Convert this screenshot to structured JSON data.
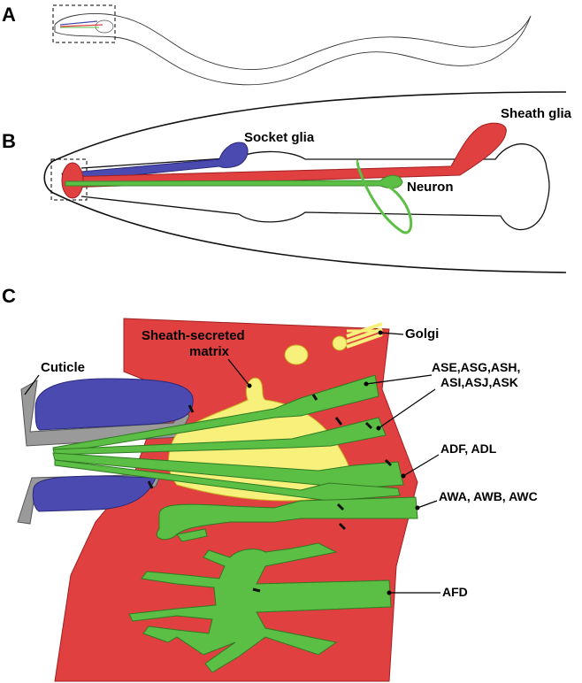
{
  "panels": {
    "a": "A",
    "b": "B",
    "c": "C"
  },
  "panel_b": {
    "sheath_glia": "Sheath glia",
    "socket_glia": "Socket glia",
    "neuron": "Neuron"
  },
  "panel_c": {
    "cuticle": "Cuticle",
    "matrix_line1": "Sheath-secreted",
    "matrix_line2": "matrix",
    "golgi": "Golgi",
    "group1_line1": "ASE,ASG,ASH,",
    "group1_line2": "ASI,ASJ,ASK",
    "group2": "ADF, ADL",
    "group3": "AWA, AWB, AWC",
    "group4": "AFD"
  },
  "colors": {
    "sheath": "#e04040",
    "socket": "#4a4ab0",
    "neuron": "#5cbf45",
    "matrix": "#f7f07a",
    "cuticle": "#9a9a9a"
  }
}
